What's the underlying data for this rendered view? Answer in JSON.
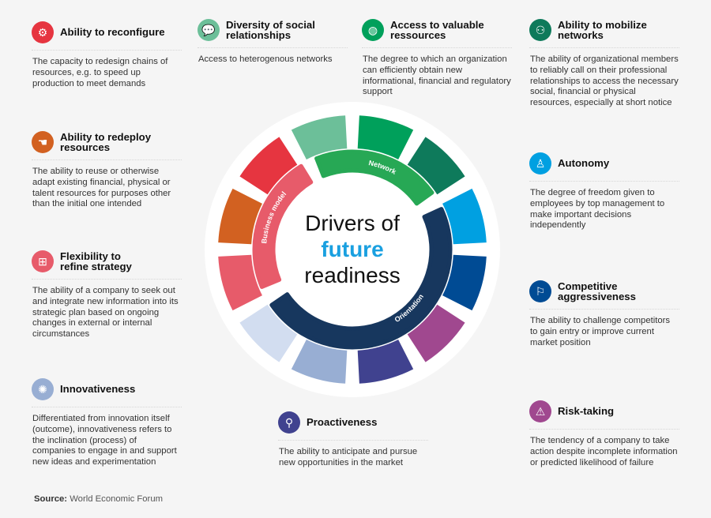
{
  "center": {
    "line1": "Drivers of",
    "line2": "future",
    "line3": "readiness"
  },
  "categories": [
    {
      "label": "Network",
      "color": "#27a855"
    },
    {
      "label": "Orientation",
      "color": "#17375e"
    },
    {
      "label": "Business model",
      "color": "#e75b6a"
    }
  ],
  "outer_ring_colors": [
    "#6cbf99",
    "#00a05b",
    "#0e7a5b",
    "#00a0e1",
    "#004b94",
    "#a0488f",
    "#40428f",
    "#98aed3",
    "#d2ddf0",
    "#e75b6a",
    "#d26121",
    "#e63540"
  ],
  "drivers": [
    {
      "title": "Ability to reconfigure",
      "description": "The capacity to redesign chains of resources, e.g. to speed up production to meet demands",
      "icon": "gears-person-icon",
      "glyph": "⚙",
      "color": "#e63540"
    },
    {
      "title": "Diversity of social relationships",
      "description": "Access to heterogenous networks",
      "icon": "chat-bubble-icon",
      "glyph": "💬",
      "color": "#6cbf99"
    },
    {
      "title": "Access to valuable ressources",
      "description": "The degree to which an organization can efficiently obtain new informational, financial and regulatory support",
      "icon": "globe-icon",
      "glyph": "◍",
      "color": "#00a05b"
    },
    {
      "title": "Ability to mobilize networks",
      "description": "The ability of organizational members to reliably call on their professional relationships to access the necessary social, financial or physical resources, especially at short notice",
      "icon": "group-meeting-icon",
      "glyph": "⚇",
      "color": "#0e7a5b"
    },
    {
      "title": "Ability to redeploy resources",
      "description": "The ability to reuse or otherwise adapt existing financial, physical or talent resources for purposes other than the initial one intended",
      "icon": "hand-icon",
      "glyph": "☚",
      "color": "#d26121"
    },
    {
      "title": "Flexibility to refine strategy",
      "description": "The ability of a company to seek out and integrate new information into its strategic plan based on ongoing changes in external or internal circumstances",
      "icon": "head-puzzle-icon",
      "glyph": "⊞",
      "color": "#e75b6a"
    },
    {
      "title": "Innovativeness",
      "description": "Differentiated from innovation itself (outcome), innovativeness refers to the inclination (process) of companies to engage in and support new ideas and experimentation",
      "icon": "lightbulb-icon",
      "glyph": "✺",
      "color": "#98aed3"
    },
    {
      "title": "Proactiveness",
      "description": "The ability to anticipate and pursue new opportunities in the market",
      "icon": "magnifier-icon",
      "glyph": "⚲",
      "color": "#40428f"
    },
    {
      "title": "Autonomy",
      "description": "The degree of freedom given to employees by top management to make important decisions independently",
      "icon": "person-gear-icon",
      "glyph": "♙",
      "color": "#00a0e1"
    },
    {
      "title": "Competitive aggressiveness",
      "description": "The ability to challenge competitors to gain entry or improve current market position",
      "icon": "presenter-chart-icon",
      "glyph": "⚐",
      "color": "#004b94"
    },
    {
      "title": "Risk-taking",
      "description": "The tendency of a company to take action despite incomplete information or predicted likelihood of failure",
      "icon": "risk-chart-icon",
      "glyph": "⚠",
      "color": "#a0488f"
    }
  ],
  "source": {
    "label": "Source:",
    "text": "World Economic Forum"
  }
}
